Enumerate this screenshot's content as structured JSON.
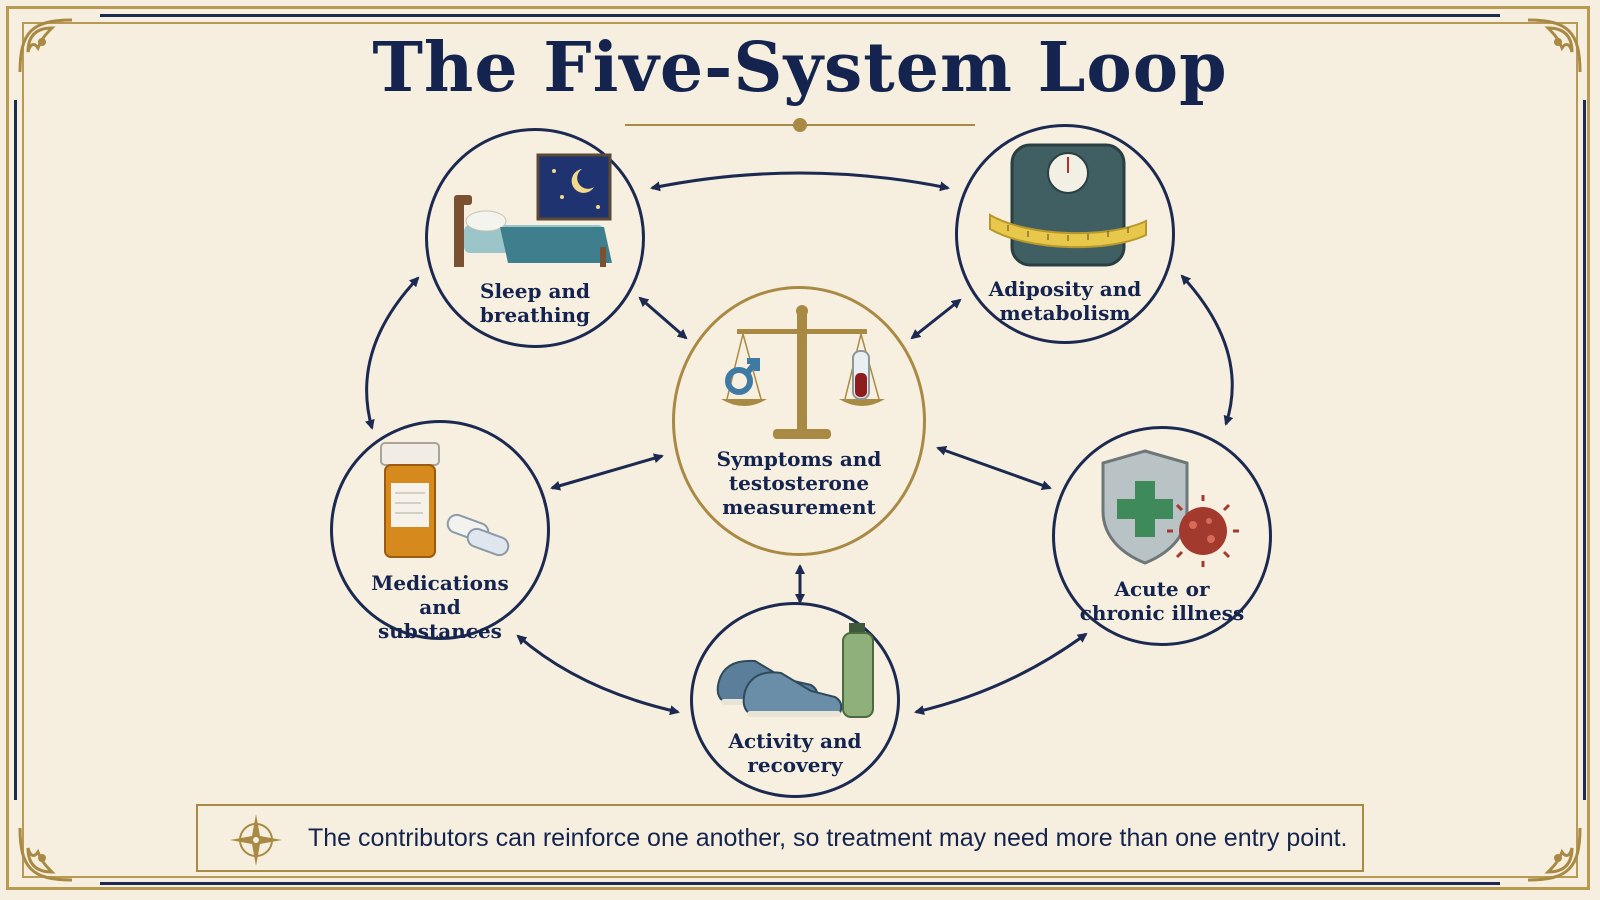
{
  "title": "The Five-System Loop",
  "nodes": {
    "sleep": "Sleep and breathing",
    "sleep_l1": "Sleep and",
    "sleep_l2": "breathing",
    "adiposity_l1": "Adiposity and",
    "adiposity_l2": "metabolism",
    "center_l1": "Symptoms and",
    "center_l2": "testosterone",
    "center_l3": "measurement",
    "meds_l1": "Medications and",
    "meds_l2": "substances",
    "illness_l1": "Acute or",
    "illness_l2": "chronic illness",
    "activity_l1": "Activity and",
    "activity_l2": "recovery"
  },
  "footer": {
    "text": "The contributors can reinforce one another, so treatment may need more than one entry point."
  },
  "colors": {
    "navy": "#1c2a52",
    "gold": "#a98a45",
    "parchment": "#f6efdf"
  },
  "icons": [
    "moon-icon",
    "bed-icon",
    "scale-icon",
    "tape-measure-icon",
    "balance-scale-icon",
    "male-symbol-icon",
    "test-tube-icon",
    "pill-bottle-icon",
    "capsule-icon",
    "shield-cross-icon",
    "virus-icon",
    "sneakers-icon",
    "water-bottle-icon",
    "compass-rose-icon"
  ]
}
